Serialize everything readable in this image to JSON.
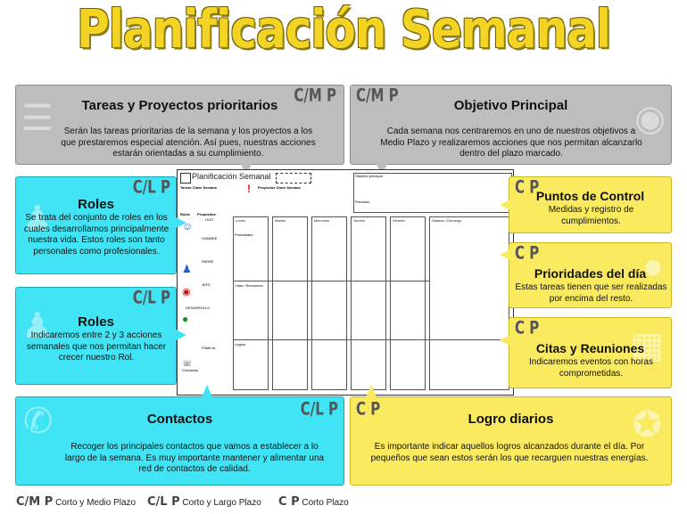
{
  "title": "Planificación Semanal",
  "tareas": {
    "code": "C/M P",
    "heading": "Tareas y Proyectos prioritarios",
    "text": "Serán las tareas prioritarias de la semana y los proyectos a los que prestaremos especial atención. Así pues, nuestras acciones estarán orientadas a su cumplimiento."
  },
  "objetivo": {
    "code": "C/M P",
    "heading": "Objetivo Principal",
    "text": "Cada semana nos centraremos en uno de nuestros objetivos a Medio Plazo y realizaremos acciones que nos permitan alcanzarlo dentro del plazo marcado."
  },
  "roles1": {
    "code": "C/L P",
    "heading": "Roles",
    "text": "Se trata del conjunto de roles en los cuales desarrollamos principalmente nuestra vida. Estos roles son tanto personales como profesionales."
  },
  "roles2": {
    "code": "C/L P",
    "heading": "Roles",
    "text": "Indicaremos entre 2 y 3 acciones semanales que nos permitan hacer crecer nuestro Rol."
  },
  "contactos": {
    "code": "C/L P",
    "heading": "Contactos",
    "text": "Recoger los principales contactos que vamos a establecer a lo largo de la semana. Es muy importante mantener y alimentar una red de contactos de calidad."
  },
  "puntos": {
    "code": "C P",
    "heading": "Puntos de Control",
    "text": "Medidas y registro de cumplimientos."
  },
  "prioridades": {
    "code": "C P",
    "heading": "Prioridades del día",
    "text": "Estas tareas tienen que ser realizadas por encima del resto."
  },
  "citas": {
    "code": "C P",
    "heading": "Citas y Reuniones",
    "text": "Indicaremos eventos con horas comprometidas."
  },
  "logro": {
    "code": "C P",
    "heading": "Logro diarios",
    "text": "Es importante indicar aquellos logros alcanzados durante el día. Por pequeños que sean estos serán los que recarguen nuestras energías."
  },
  "sheet": {
    "title": "Planificación Semanal",
    "tareas_label": "Tareas Clave Semana",
    "proyectos_label": "Proyectos Clave Semana",
    "objetivo_label": "Objetivo principal",
    "prevision_label": "Previsión",
    "roles_label": "Roles",
    "propositos_label": "Propósitos",
    "roles": [
      "HIJO",
      "HOMBRE",
      "PADRE",
      "JEFE",
      "DESARROLLO",
      "FAMILIA"
    ],
    "contactos_label": "Contactos",
    "days": [
      "Lunes",
      "Martes",
      "Miércoles",
      "Jueves",
      "Viernes",
      "Sábado / Domingo"
    ],
    "prioridades": "Prioridades",
    "citas": "Citas / Reuniones",
    "logros": "Logros"
  },
  "legend": [
    {
      "code": "C/M P",
      "label": "Corto y Medio Plazo"
    },
    {
      "code": "C/L P",
      "label": "Corto y Largo Plazo"
    },
    {
      "code": "C P",
      "label": "Corto Plazo"
    }
  ],
  "colors": {
    "grey": "#bdbdbd",
    "blue": "#40e4f4",
    "yellow": "#f9ea60",
    "title": "#f3d424"
  }
}
